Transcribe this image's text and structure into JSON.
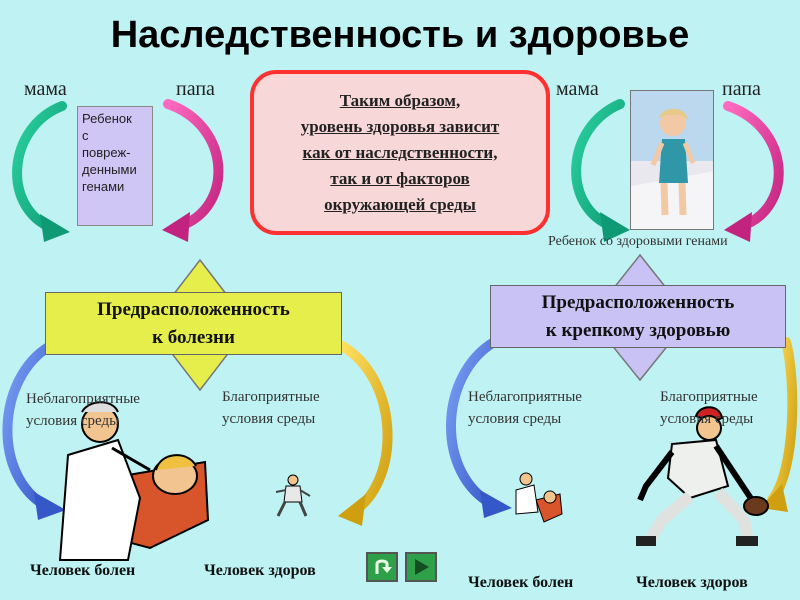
{
  "title": "Наследственность и здоровье",
  "left": {
    "mama": "мама",
    "papa": "папа",
    "child_box": [
      "Ребенок",
      "с",
      "повреж-",
      "денными",
      "генами"
    ],
    "predisposition": [
      "Предрасположенность",
      "к болезни"
    ],
    "unfavorable": [
      "Неблагоприятные",
      "условия среды"
    ],
    "favorable": [
      "Благоприятные",
      "условия среды"
    ],
    "result_sick": "Человек болен",
    "result_healthy": "Человек здоров"
  },
  "center": {
    "conclusion": [
      "Таким образом,",
      "уровень здоровья зависит",
      "как от наследственности,",
      "так и от факторов",
      "окружающей среды"
    ]
  },
  "right": {
    "mama": "мама",
    "papa": "папа",
    "child_caption": "Ребенок со здоровыми генами",
    "predisposition": [
      "Предрасположенность",
      "к крепкому здоровью"
    ],
    "unfavorable": [
      "Неблагоприятные",
      "условия среды"
    ],
    "favorable": [
      "Благоприятные",
      "условия среды"
    ],
    "result_sick": "Человек болен",
    "result_healthy": "Человек здоров"
  },
  "colors": {
    "background": "#bff3f3",
    "green_arrow": "#1fb58a",
    "pink_arrow": "#e63aa0",
    "blue_arrow": "#5a7fe0",
    "yellow_arrow": "#e8c020",
    "conclusion_border": "#ff3030",
    "left_predis": "#e5ee4b",
    "right_predis": "#c9c2f5"
  },
  "icons": {
    "return": "return-arrow-icon",
    "next": "play-triangle-icon"
  }
}
